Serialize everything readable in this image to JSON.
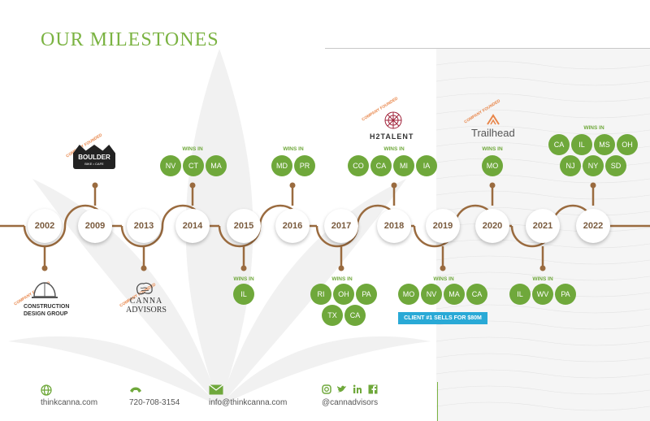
{
  "title": "OUR MILESTONES",
  "colors": {
    "green": "#6fa83b",
    "brown": "#9a6b3f",
    "orange": "#e8864a",
    "cyan": "#29a9d6"
  },
  "years": [
    "2002",
    "2009",
    "2013",
    "2014",
    "2015",
    "2016",
    "2017",
    "2018",
    "2019",
    "2020",
    "2021",
    "2022"
  ],
  "wins_label": "WINS IN",
  "founded_label": "COMPANY FOUNDED",
  "wins": {
    "y2014": [
      "NV",
      "CT",
      "MA"
    ],
    "y2015": [
      "IL"
    ],
    "y2016": [
      "MD",
      "PR"
    ],
    "y2017": [
      "RI",
      "OH",
      "PA",
      "TX",
      "CA"
    ],
    "y2018": [
      "CO",
      "CA",
      "MI",
      "IA"
    ],
    "y2019": [
      "MO",
      "NV",
      "MA",
      "CA"
    ],
    "y2020": [
      "MO"
    ],
    "y2021": [
      "IL",
      "WV",
      "PA"
    ],
    "y2022": [
      "CA",
      "IL",
      "MS",
      "OH",
      "NJ",
      "NY",
      "SD"
    ]
  },
  "logos": {
    "construction": {
      "line1": "CONSTRUCTION",
      "line2": "DESIGN GROUP",
      "icon": "hard-hat-icon"
    },
    "boulder": {
      "line1": "BOULDER",
      "line2": "BIKE • CAFE"
    },
    "canna": {
      "line1": "CANNA",
      "line2": "ADVISORS"
    },
    "h2talent": {
      "text": "H2TALENT"
    },
    "trailhead": {
      "text": "Trailhead"
    }
  },
  "client_banner": "CLIENT #1 SELLS FOR $80M",
  "footer": {
    "website": "thinkcanna.com",
    "phone": "720-708-3154",
    "email": "info@thinkcanna.com",
    "social": "@cannadvisors",
    "icons": [
      "globe-icon",
      "phone-icon",
      "mail-icon",
      "instagram-icon",
      "twitter-icon",
      "linkedin-icon",
      "facebook-icon"
    ]
  }
}
